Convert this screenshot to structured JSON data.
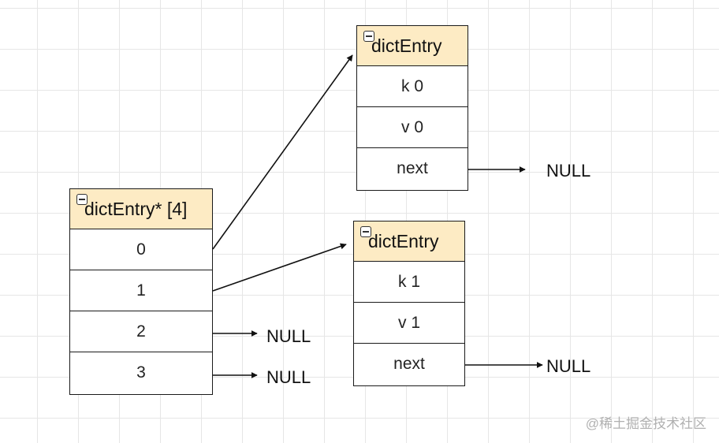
{
  "array": {
    "header": "dictEntry* [4]",
    "slots": [
      "0",
      "1",
      "2",
      "3"
    ]
  },
  "entries": [
    {
      "header": "dictEntry",
      "fields": [
        "k 0",
        "v 0",
        "next"
      ]
    },
    {
      "header": "dictEntry",
      "fields": [
        "k 1",
        "v 1",
        "next"
      ]
    }
  ],
  "nulls": [
    "NULL",
    "NULL",
    "NULL",
    "NULL"
  ],
  "watermark": "@稀土掘金技术社区",
  "colors": {
    "header_fill": "#fdebc4",
    "border": "#1a1a1a",
    "grid": "#e6e6e6"
  },
  "icons": {
    "collapse": "minus-square-icon"
  }
}
